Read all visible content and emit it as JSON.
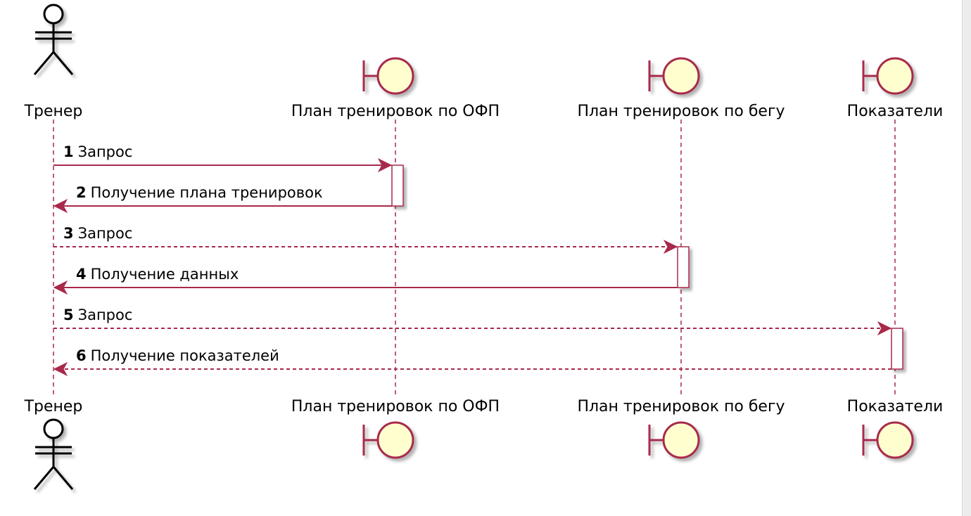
{
  "diagram": {
    "type": "sequence",
    "participants": [
      {
        "id": "trainer",
        "label": "Тренер",
        "kind": "actor"
      },
      {
        "id": "ofp",
        "label": "План тренировок по ОФП",
        "kind": "boundary"
      },
      {
        "id": "run",
        "label": "План тренировок по бегу",
        "kind": "boundary"
      },
      {
        "id": "stats",
        "label": "Показатели",
        "kind": "boundary"
      }
    ],
    "messages": [
      {
        "num": "1",
        "text": "Запрос",
        "from": "trainer",
        "to": "ofp",
        "style": "solid"
      },
      {
        "num": "2",
        "text": "Получение плана тренировок",
        "from": "ofp",
        "to": "trainer",
        "style": "solid"
      },
      {
        "num": "3",
        "text": "Запрос",
        "from": "trainer",
        "to": "run",
        "style": "dashed"
      },
      {
        "num": "4",
        "text": "Получение данных",
        "from": "run",
        "to": "trainer",
        "style": "solid"
      },
      {
        "num": "5",
        "text": "Запрос",
        "from": "trainer",
        "to": "stats",
        "style": "dashed"
      },
      {
        "num": "6",
        "text": "Получение показателей",
        "from": "stats",
        "to": "trainer",
        "style": "dashed"
      }
    ],
    "colors": {
      "line": "#a8294b",
      "boundary_fill": "#fefece",
      "activation_fill": "#ffffff",
      "text": "#000000"
    }
  }
}
